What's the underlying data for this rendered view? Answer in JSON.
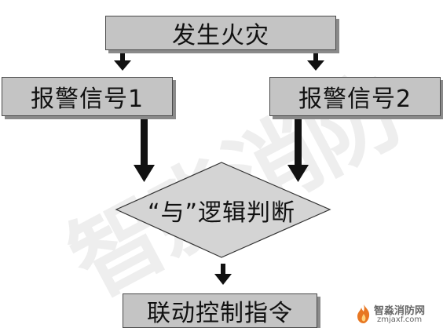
{
  "diagram": {
    "nodes": {
      "fire": "发生火灾",
      "alarm_signal_1": "报警信号1",
      "alarm_signal_2": "报警信号2",
      "and_logic": "“与”逻辑判断",
      "linkage_command": "联动控制指令"
    },
    "watermark": "智淼消防",
    "logo": {
      "name": "智淼消防网",
      "url": "zmjaxf.com"
    }
  },
  "colors": {
    "box_fill": "#c4c4c4",
    "box_border": "#4a4a4a",
    "box_shadow": "#8a8a8a",
    "arrow": "#111111",
    "diamond_fill": "#d4d4d4",
    "logo_accent": "#e87722"
  }
}
